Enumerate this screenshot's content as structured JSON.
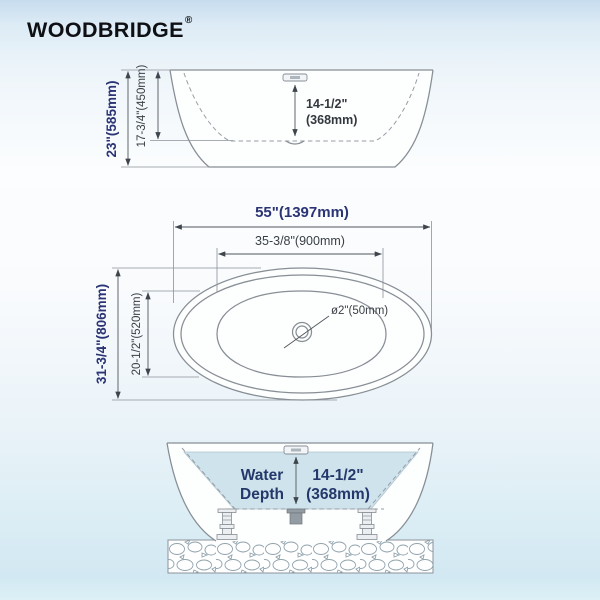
{
  "brand": {
    "name": "WOODBRIDGE",
    "mark": "®"
  },
  "side_view": {
    "overall_height": "23\"(585mm)",
    "rim_to_basin_depth": "17-3/4\"(450mm)",
    "overflow_height_in": "14-1/2\"",
    "overflow_height_mm": "(368mm)"
  },
  "top_view": {
    "overall_length": "55\"(1397mm)",
    "basin_length": "35-3/8\"(900mm)",
    "overall_width": "31-3/4\"(806mm)",
    "basin_width": "20-1/2\"(520mm)",
    "drain_diameter": "ø2\"(50mm)"
  },
  "section_view": {
    "water_label_1": "Water",
    "water_label_2": "Depth",
    "water_depth_in": "14-1/2\"",
    "water_depth_mm": "(368mm)"
  },
  "colors": {
    "accent_navy": "#2b3474",
    "secondary_dim": "#3a3f45",
    "water_fill": "#cfe3ed",
    "line_gray": "#878e95"
  }
}
